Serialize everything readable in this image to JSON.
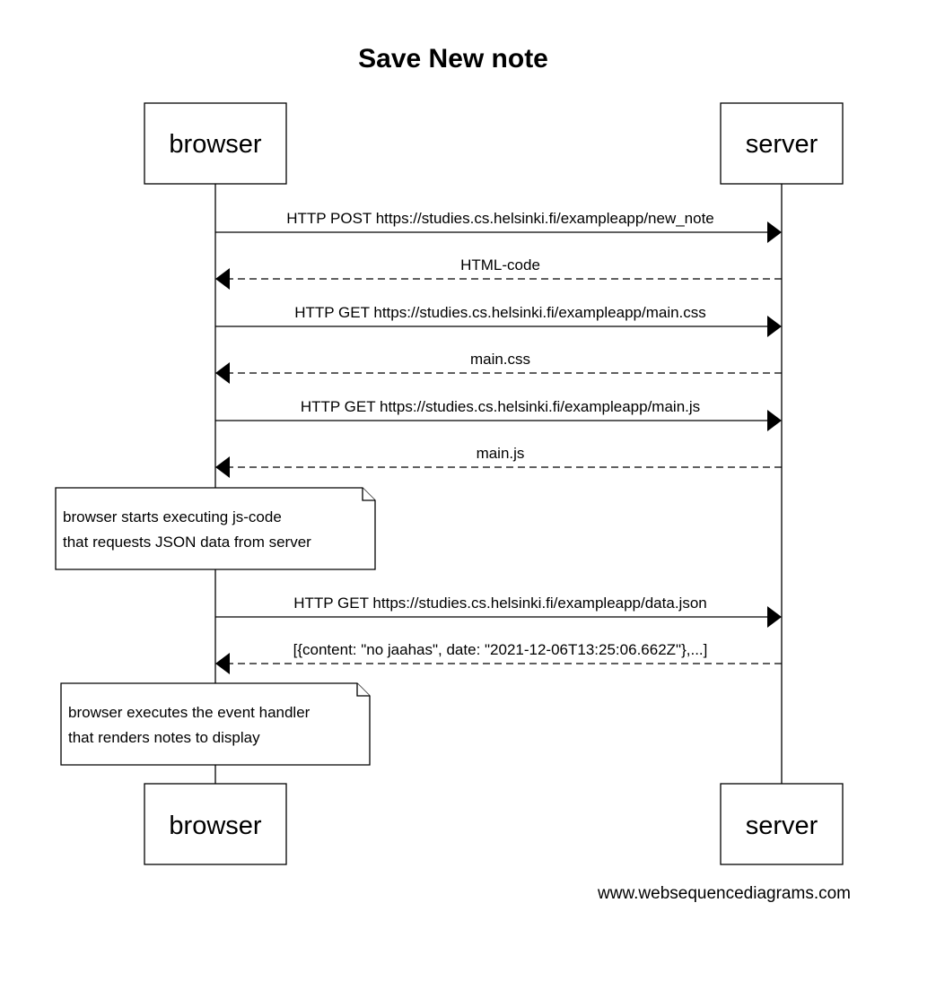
{
  "title": "Save New note",
  "participants": [
    {
      "id": "browser",
      "label": "browser"
    },
    {
      "id": "server",
      "label": "server"
    }
  ],
  "steps": [
    {
      "kind": "message",
      "from": "browser",
      "to": "server",
      "style": "solid",
      "label": "HTTP POST https://studies.cs.helsinki.fi/exampleapp/new_note"
    },
    {
      "kind": "message",
      "from": "server",
      "to": "browser",
      "style": "dashed",
      "label": "HTML-code"
    },
    {
      "kind": "message",
      "from": "browser",
      "to": "server",
      "style": "solid",
      "label": "HTTP GET https://studies.cs.helsinki.fi/exampleapp/main.css"
    },
    {
      "kind": "message",
      "from": "server",
      "to": "browser",
      "style": "dashed",
      "label": "main.css"
    },
    {
      "kind": "message",
      "from": "browser",
      "to": "server",
      "style": "solid",
      "label": "HTTP GET https://studies.cs.helsinki.fi/exampleapp/main.js"
    },
    {
      "kind": "message",
      "from": "server",
      "to": "browser",
      "style": "dashed",
      "label": "main.js"
    },
    {
      "kind": "note",
      "over": "browser",
      "lines": [
        "browser starts executing js-code",
        "that requests JSON data from server"
      ]
    },
    {
      "kind": "message",
      "from": "browser",
      "to": "server",
      "style": "solid",
      "label": "HTTP GET https://studies.cs.helsinki.fi/exampleapp/data.json"
    },
    {
      "kind": "message",
      "from": "server",
      "to": "browser",
      "style": "dashed",
      "label": "[{content: \"no jaahas\", date: \"2021-12-06T13:25:06.662Z\"},...]"
    },
    {
      "kind": "note",
      "over": "browser",
      "lines": [
        "browser executes the event handler",
        "that renders notes to display"
      ]
    }
  ],
  "watermark": "www.websequencediagrams.com"
}
